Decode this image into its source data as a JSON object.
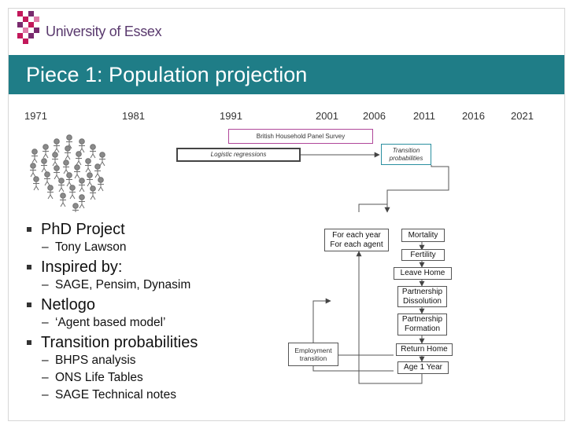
{
  "header": {
    "logo_text": "University of Essex",
    "title": "Piece 1: Population projection"
  },
  "timeline": {
    "years": [
      "1971",
      "1981",
      "1991",
      "2001",
      "2006",
      "2011",
      "2016",
      "2021"
    ]
  },
  "diagram": {
    "bhps_label": "British Household Panel Survey",
    "logistic_label": "Logistic regressions",
    "transition_line1": "Transition",
    "transition_line2": "probabilities",
    "loop_line1": "For each year",
    "loop_line2": "For each agent",
    "steps": {
      "mortality": "Mortality",
      "fertility": "Fertility",
      "leave_home": "Leave Home",
      "dissolution_line1": "Partnership",
      "dissolution_line2": "Dissolution",
      "formation_line1": "Partnership",
      "formation_line2": "Formation",
      "return_home": "Return Home",
      "age": "Age 1 Year"
    },
    "employment_line1": "Employment",
    "employment_line2": "transition"
  },
  "bullets": {
    "phd": "PhD Project",
    "phd_sub": "Tony Lawson",
    "inspired": "Inspired by:",
    "inspired_sub": "SAGE, Pensim, Dynasim",
    "netlogo": "Netlogo",
    "netlogo_sub": "‘Agent based model’",
    "transition": "Transition probabilities",
    "transition_subs": [
      "BHPS analysis",
      "ONS Life Tables",
      "SAGE Technical notes"
    ]
  },
  "colors": {
    "title_bar": "#1f7d87",
    "logo_purple": "#5a3a6e",
    "logo_pink": "#c2185b",
    "bhps_border": "#b0479a",
    "transition_border": "#2a8fa0"
  },
  "icons": [
    "university-logo-icon",
    "agent-population-icon"
  ]
}
